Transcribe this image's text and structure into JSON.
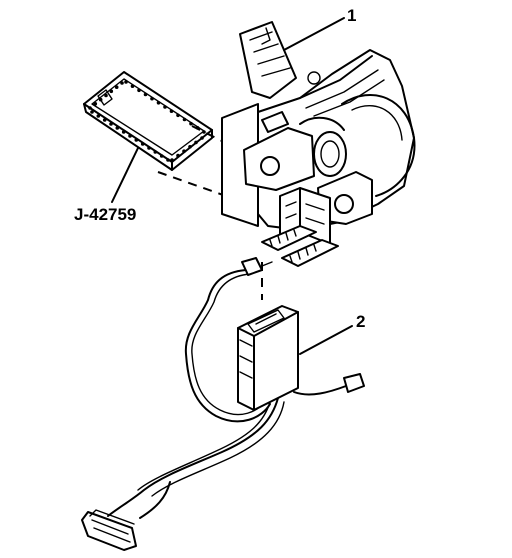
{
  "callouts": {
    "part1": "1",
    "part2": "2",
    "tool": "J-42759"
  },
  "icons": {
    "tool": "tool-frame-icon",
    "housing": "lock-cylinder-housing-icon",
    "module": "control-module-icon",
    "harness": "wiring-harness-icon"
  }
}
